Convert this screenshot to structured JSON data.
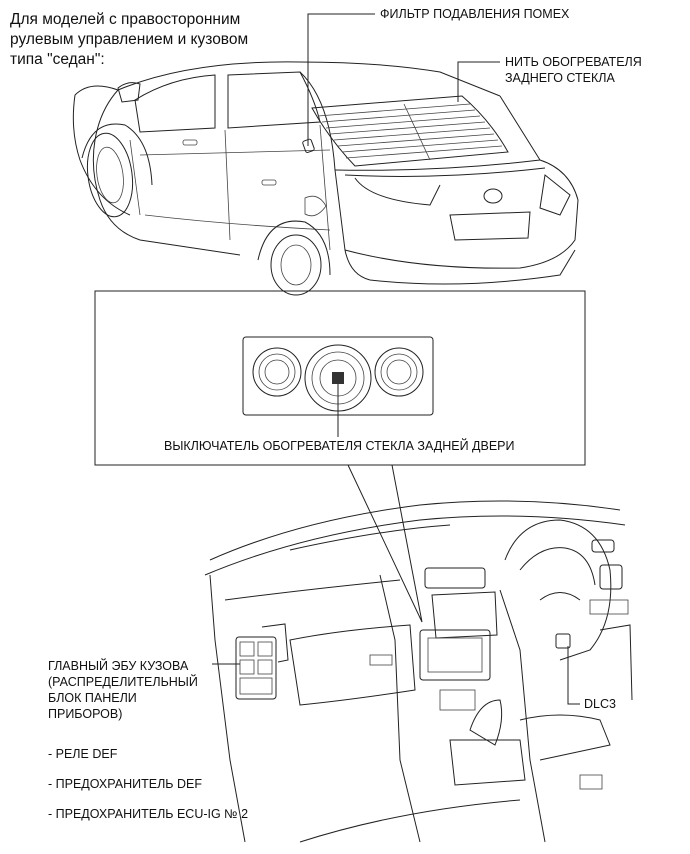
{
  "intro": {
    "line1": "Для моделей с правосторонним",
    "line2": "рулевым управлением и кузовом",
    "line3": "типа \"седан\":"
  },
  "labels": {
    "noise_filter": "ФИЛЬТР ПОДАВЛЕНИЯ ПОМЕХ",
    "defogger_wire_1": "НИТЬ ОБОГРЕВАТЕЛЯ",
    "defogger_wire_2": "ЗАДНЕГО СТЕКЛА",
    "switch": "ВЫКЛЮЧАТЕЛЬ ОБОГРЕВАТЕЛЯ СТЕКЛА ЗАДНЕЙ ДВЕРИ",
    "ecu_1": "ГЛАВНЫЙ ЭБУ КУЗОВА",
    "ecu_2": "(РАСПРЕДЕЛИТЕЛЬНЫЙ",
    "ecu_3": "БЛОК ПАНЕЛИ",
    "ecu_4": "ПРИБОРОВ)",
    "dlc3": "DLC3"
  },
  "list": [
    "- РЕЛЕ DEF",
    "- ПРЕДОХРАНИТЕЛЬ DEF",
    "- ПРЕДОХРАНИТЕЛЬ ECU-IG № 2"
  ]
}
